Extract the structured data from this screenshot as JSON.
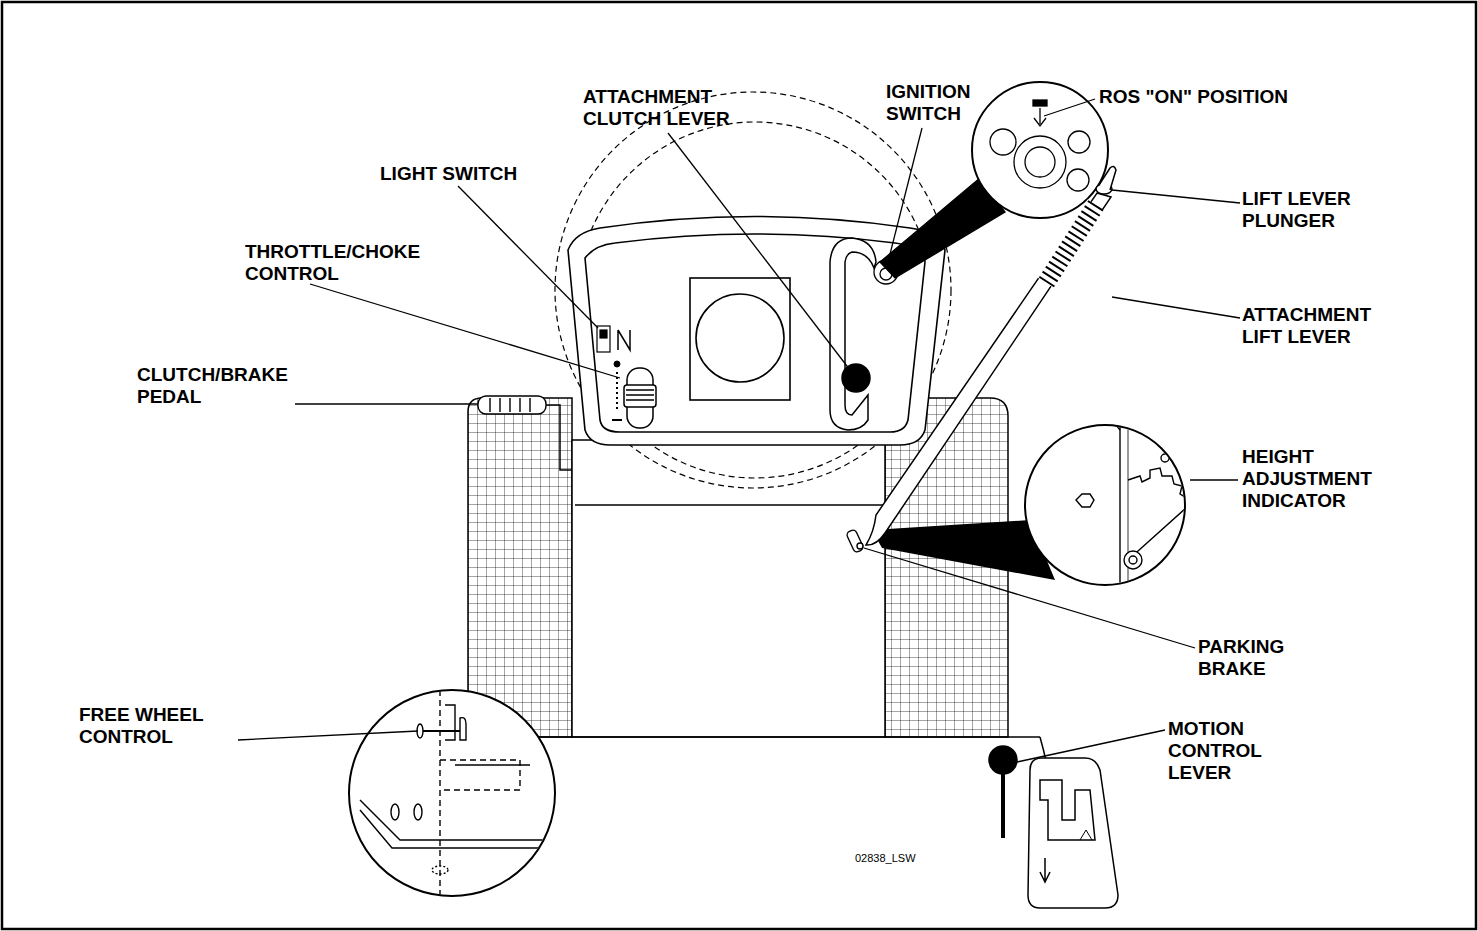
{
  "diagram": {
    "labels": [
      "ATTACHMENT CLUTCH LEVER",
      "IGNITION SWITCH",
      "ROS \"ON\" POSITION",
      "LIGHT SWITCH",
      "LIFT LEVER PLUNGER",
      "THROTTLE/CHOKE CONTROL",
      "ATTACHMENT LIFT LEVER",
      "CLUTCH/BRAKE PEDAL",
      "HEIGHT ADJUSTMENT INDICATOR",
      "PARKING BRAKE",
      "FREE WHEEL CONTROL",
      "MOTION CONTROL LEVER",
      "02838_LSW"
    ]
  }
}
